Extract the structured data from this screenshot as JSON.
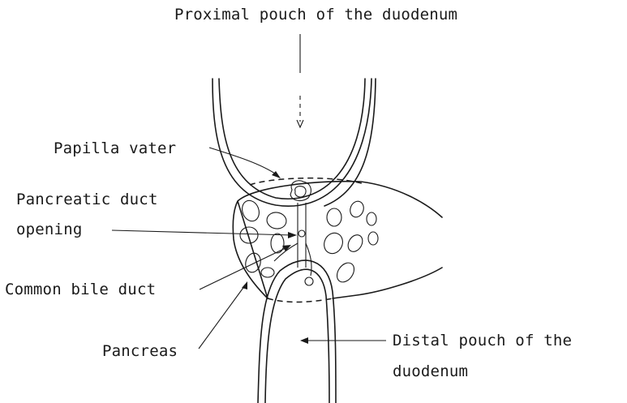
{
  "labels": {
    "proximal_pouch": "Proximal pouch of the duodenum",
    "papilla_vater": "Papilla vater",
    "pancreatic_duct_line1": "Pancreatic duct",
    "pancreatic_duct_line2": "opening",
    "common_bile_duct": "Common bile duct",
    "pancreas": "Pancreas",
    "distal_pouch_line1": "Distal pouch of the",
    "distal_pouch_line2": "duodenum"
  }
}
